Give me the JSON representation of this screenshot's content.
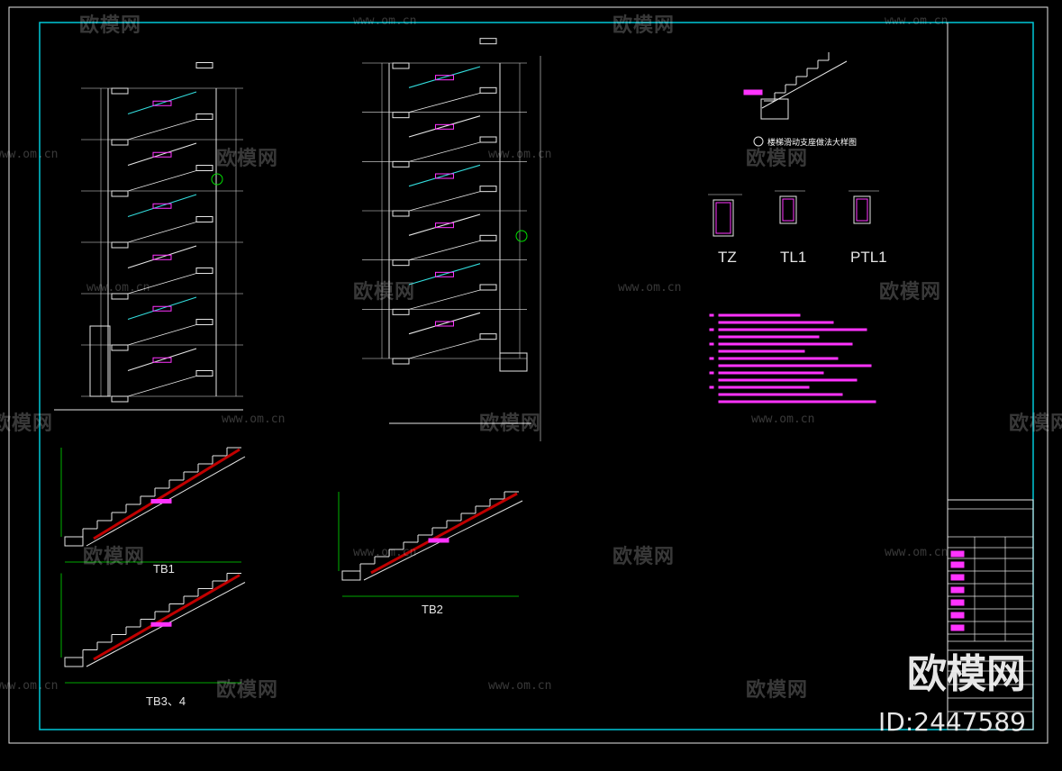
{
  "colors": {
    "frame": "#00c8d8",
    "line": "#e6e6e6",
    "magenta": "#ff33ff",
    "red": "#c00000",
    "green": "#00e000",
    "yellow": "#ffff00",
    "stair_cyan": "#33dddd"
  },
  "watermark": {
    "cn": "欧模网",
    "url": "www.om.cn",
    "brand": "欧模网",
    "id": "ID:2447589"
  },
  "section_details": {
    "tz_label": "TZ",
    "tl1_label": "TL1",
    "ptl1_label": "PTL1",
    "detail_title": "楼梯滑动支座做法大样图"
  },
  "stair_flights": {
    "tb1_label": "TB1",
    "tb2_label": "TB2",
    "tb34_label": "TB3、4"
  }
}
